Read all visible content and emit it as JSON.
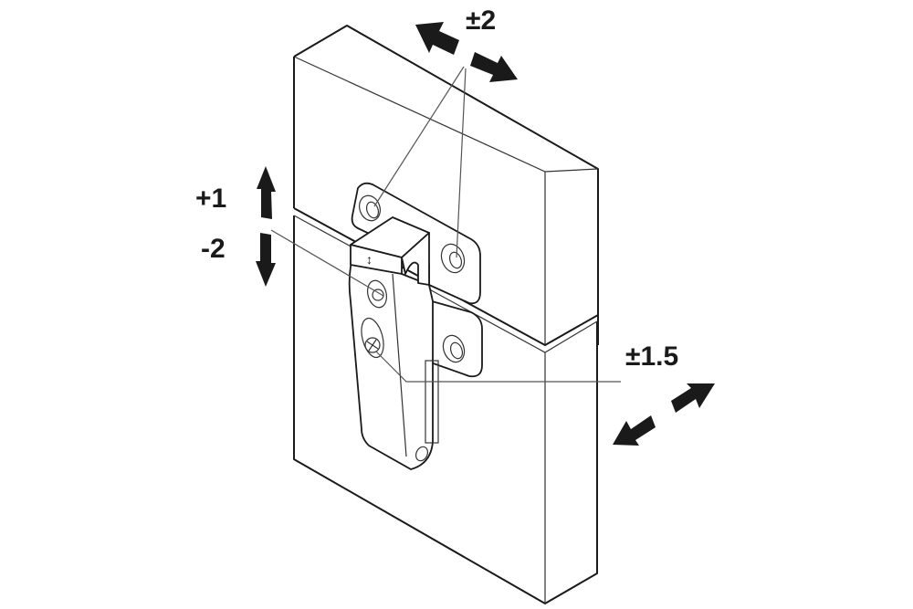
{
  "diagram": {
    "type": "isometric hinge adjustment illustration",
    "labels": {
      "lateral": "±2",
      "vertical_up": "+1",
      "vertical_down": "-2",
      "depth": "±1.5"
    },
    "hinge_mark": "↕",
    "colors": {
      "line": "#1a1a1a",
      "leader": "#555555",
      "background": "#ffffff"
    }
  }
}
